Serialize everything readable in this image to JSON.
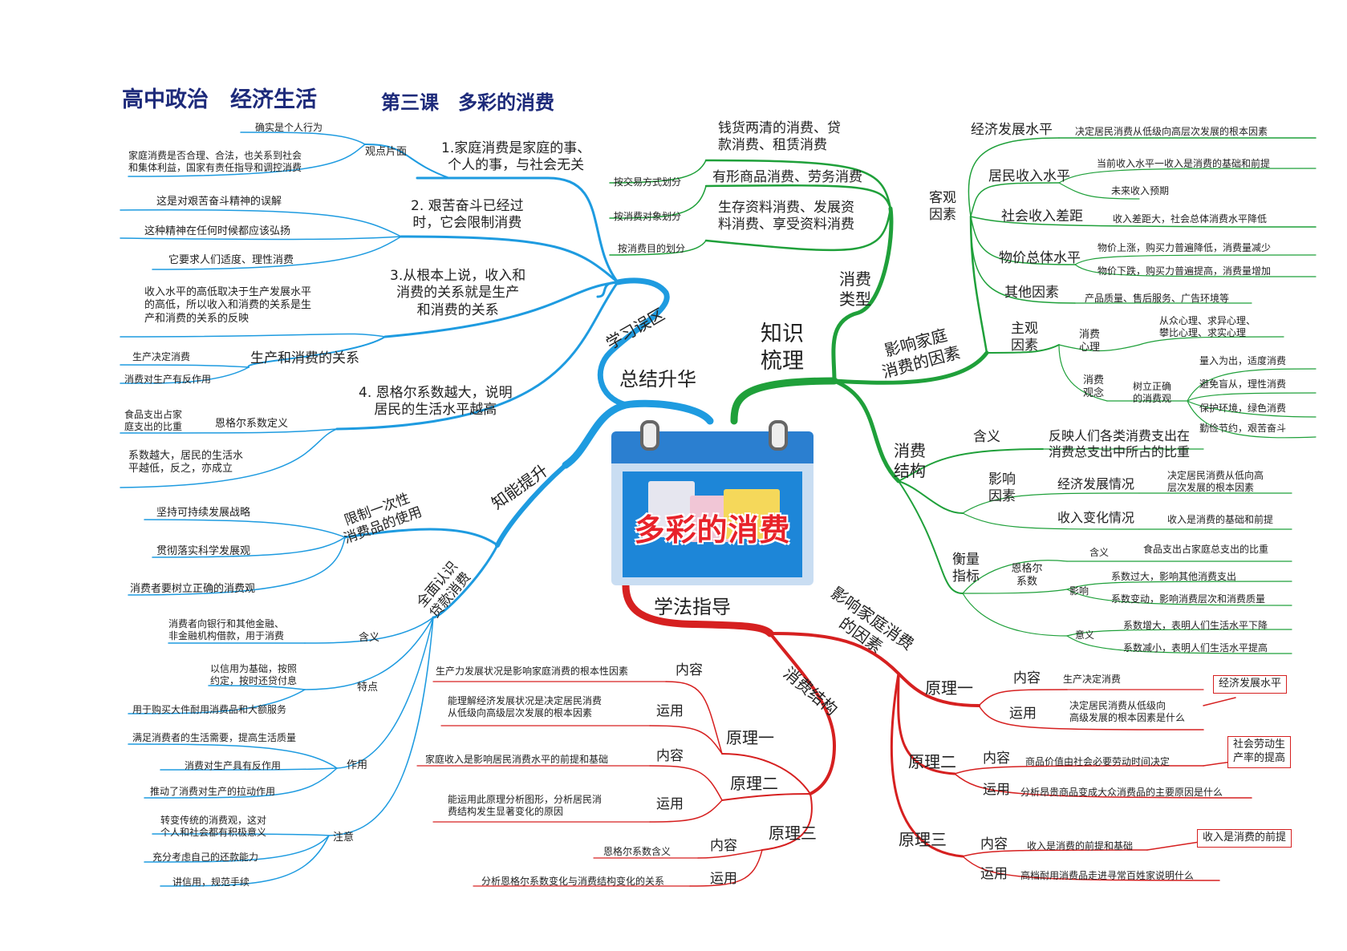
{
  "header": {
    "title_main": "高中政治　经济生活",
    "title_sub": "第三课　多彩的消费"
  },
  "center": {
    "title": "多彩的消费"
  },
  "colors": {
    "blue": "#1e9be0",
    "green": "#1fa03a",
    "red": "#d62020",
    "title": "#1d2a7a"
  },
  "branches": {
    "zongjie": "总结升华",
    "xuexi": "学习误区",
    "zhineng": "知能提升",
    "zhishi": "知识\n梳理",
    "xuefa": "学法指导"
  },
  "misconceptions": {
    "m1": "1.家庭消费是家庭的事、\n个人的事，与社会无关",
    "m1_guandian": "观点片面",
    "m1_a": "确实是个人行为",
    "m1_b": "家庭消费是否合理、合法，也关系到社会\n和集体利益，国家有责任指导和调控消费",
    "m2": "2. 艰苦奋斗已经过\n时，它会限制消费",
    "m2_a": "这是对艰苦奋斗精神的误解",
    "m2_b": "这种精神在任何时候都应该弘扬",
    "m2_c": "它要求人们适度、理性消费",
    "m3": "3.从根本上说，收入和\n消费的关系就是生产\n和消费的关系",
    "m3_a": "收入水平的高低取决于生产发展水平\n的高低，所以收入和消费的关系是生\n产和消费的关系的反映",
    "m3_b": "生产和消费的关系",
    "m3_b1": "生产决定消费",
    "m3_b2": "消费对生产有反作用",
    "m4": "4. 恩格尔系数越大，说明\n居民的生活水平越高",
    "m4_def": "恩格尔系数定义",
    "m4_a": "食品支出占家\n庭支出的比重",
    "m4_b": "系数越大，居民的生活水\n平越低，反之，亦成立"
  },
  "ability": {
    "limit": "限制一次性\n消费品的使用",
    "limit_a": "坚持可持续发展战略",
    "limit_b": "贯彻落实科学发展观",
    "limit_c": "消费者要树立正确的消费观",
    "loan": "全面认识\n贷款消费",
    "meaning": "含义",
    "meaning_a": "消费者向银行和其他金融、\n非金融机构借款，用于消费",
    "feature": "特点",
    "feature_a": "以信用为基础，按照\n约定，按时还贷付息",
    "feature_b": "用于购买大件耐用消费品和大额服务",
    "role": "作用",
    "role_a": "满足消费者的生活需要，提高生活质量",
    "role_b": "消费对生产具有反作用",
    "role_c": "推动了消费对生产的拉动作用",
    "note": "注意",
    "note_a": "转变传统的消费观，这对\n个人和社会都有积极意义",
    "note_b": "充分考虑自己的还款能力",
    "note_c": "讲信用，规范手续"
  },
  "knowledge": {
    "types": "消费\n类型",
    "by_trade": "按交易方式划分",
    "trade_val": "钱货两清的消费、贷\n款消费、租赁消费",
    "by_object": "按消费对象划分",
    "object_val": "有形商品消费、劳务消费",
    "by_purpose": "按消费目的划分",
    "purpose_val": "生存资料消费、发展资\n料消费、享受资料消费",
    "factors": "影响家庭\n消费的因素",
    "objective": "客观\n因素",
    "econ": "经济发展水平",
    "econ_a": "决定居民消费从低级向高层次发展的根本因素",
    "income": "居民收入水平",
    "income_a": "当前收入水平一收入是消费的基础和前提",
    "income_b": "未来收入预期",
    "gap": "社会收入差距",
    "gap_a": "收入差距大，社会总体消费水平降低",
    "price": "物价总体水平",
    "price_a": "物价上涨，购买力普遍降低，消费量减少",
    "price_b": "物价下跌，购买力普遍提高，消费量增加",
    "other": "其他因素",
    "other_a": "产品质量、售后服务、广告环境等",
    "subjective": "主观\n因素",
    "psych": "消费\n心理",
    "psych_a": "从众心理、求异心理、\n攀比心理、求实心理",
    "view": "消费\n观念",
    "view_b": "树立正确\n的消费观",
    "view_1": "量入为出，适度消费",
    "view_2": "避免盲从，理性消费",
    "view_3": "保护环境，绿色消费",
    "view_4": "勤俭节约，艰苦奋斗",
    "structure": "消费\n结构",
    "s_mean": "含义",
    "s_mean_a": "反映人们各类消费支出在\n消费总支出中所占的比重",
    "s_factor": "影响\n因素",
    "s_econ": "经济发展情况",
    "s_econ_a": "决定居民消费从低向高\n层次发展的根本因素",
    "s_income": "收入变化情况",
    "s_income_a": "收入是消费的基础和前提",
    "s_measure": "衡量\n指标",
    "engel": "恩格尔\n系数",
    "e_mean": "含义",
    "e_mean_a": "食品支出占家庭总支出的比重",
    "e_effect": "影响",
    "e_effect_a": "系数过大，影响其他消费支出",
    "e_effect_b": "系数变动，影响消费层次和消费质量",
    "e_sig": "意义",
    "e_sig_a": "系数增大，表明人们生活水平下降",
    "e_sig_b": "系数减小，表明人们生活水平提高"
  },
  "method": {
    "factors": "影响家庭消费\n的因素",
    "p1": "原理一",
    "p1_content": "内容",
    "p1_content_a": "生产决定消费",
    "p1_use": "运用",
    "p1_use_a": "决定居民消费从低级向\n高级发展的根本因素是什么",
    "p1_call": "经济发展水平",
    "p2": "原理二",
    "p2_content": "内容",
    "p2_content_a": "商品价值由社会必要劳动时间决定",
    "p2_use": "运用",
    "p2_use_a": "分析昂贵商品变成大众消费品的主要原因是什么",
    "p2_call": "社会劳动生\n产率的提高",
    "p3": "原理三",
    "p3_content": "内容",
    "p3_content_a": "收入是消费的前提和基础",
    "p3_use": "运用",
    "p3_use_a": "高档耐用消费品走进寻常百姓家说明什么",
    "p3_call": "收入是消费的前提",
    "structure": "消费结构",
    "q1": "原理一",
    "q1_content": "内容",
    "q1_content_a": "生产力发展状况是影响家庭消费的根本性因素",
    "q1_use": "运用",
    "q1_use_a": "能理解经济发展状况是决定居民消费\n从低级向高级层次发展的根本因素",
    "q2": "原理二",
    "q2_content": "内容",
    "q2_content_a": "家庭收入是影响居民消费水平的前提和基础",
    "q2_use": "运用",
    "q2_use_a": "能运用此原理分析图形，分析居民消\n费结构发生显著变化的原因",
    "q3": "原理三",
    "q3_content": "内容",
    "q3_content_a": "恩格尔系数含义",
    "q3_use": "运用",
    "q3_use_a": "分析恩格尔系数变化与消费结构变化的关系"
  }
}
